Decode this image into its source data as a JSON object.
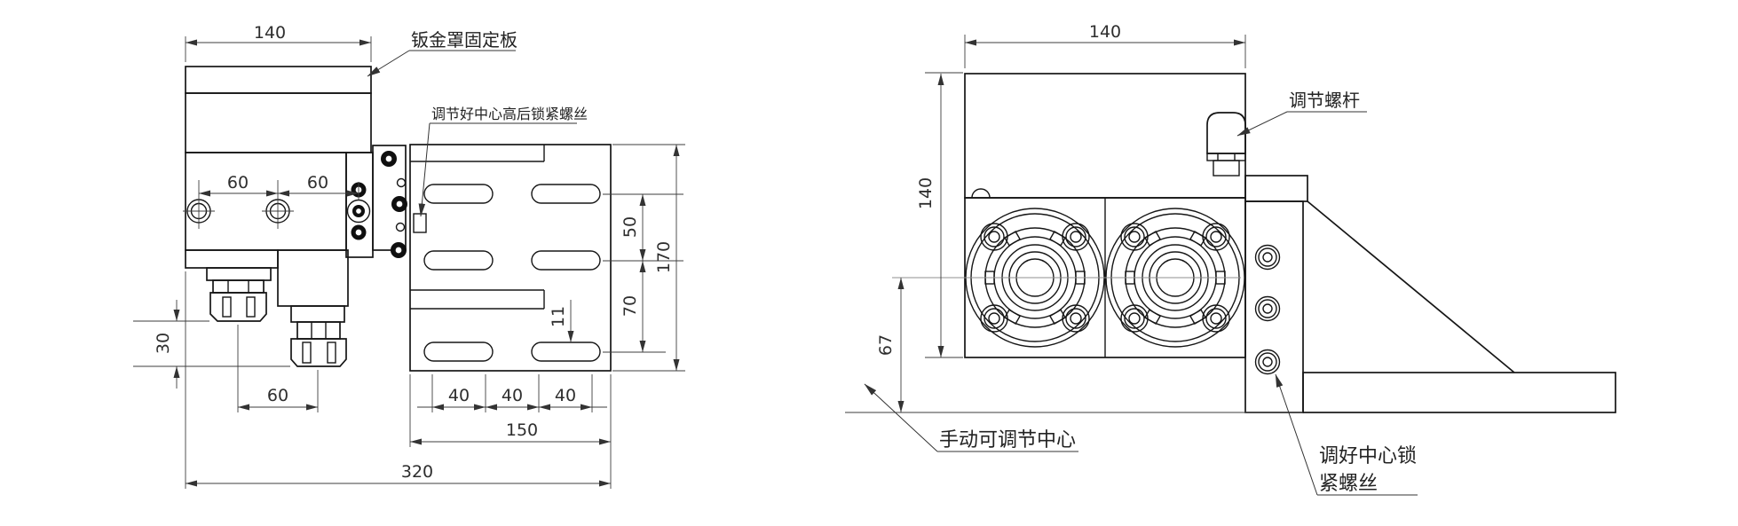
{
  "drawing": {
    "left_view": {
      "labels": {
        "cover_plate": "钣金罩固定板",
        "lock_note": "调节好中心高后锁紧螺丝"
      },
      "dims": {
        "width_top": "140",
        "hole_pitch_a": "60",
        "hole_pitch_b": "60",
        "nose_offset": "30",
        "nose_pitch": "60",
        "slot_pitch_a": "40",
        "slot_pitch_b": "40",
        "slot_pitch_c": "40",
        "plate_width": "150",
        "overall_width": "320",
        "row_gap_top": "50",
        "row_gap_bottom": "70",
        "plate_height": "170",
        "slot_edge": "11"
      }
    },
    "right_view": {
      "labels": {
        "adjust_rod": "调节螺杆",
        "manual_center": "手动可调节中心",
        "lock_line1": "调好中心锁",
        "lock_line2": "紧螺丝"
      },
      "dims": {
        "width_top": "140",
        "height_center": "140",
        "center_to_base": "67"
      }
    }
  }
}
